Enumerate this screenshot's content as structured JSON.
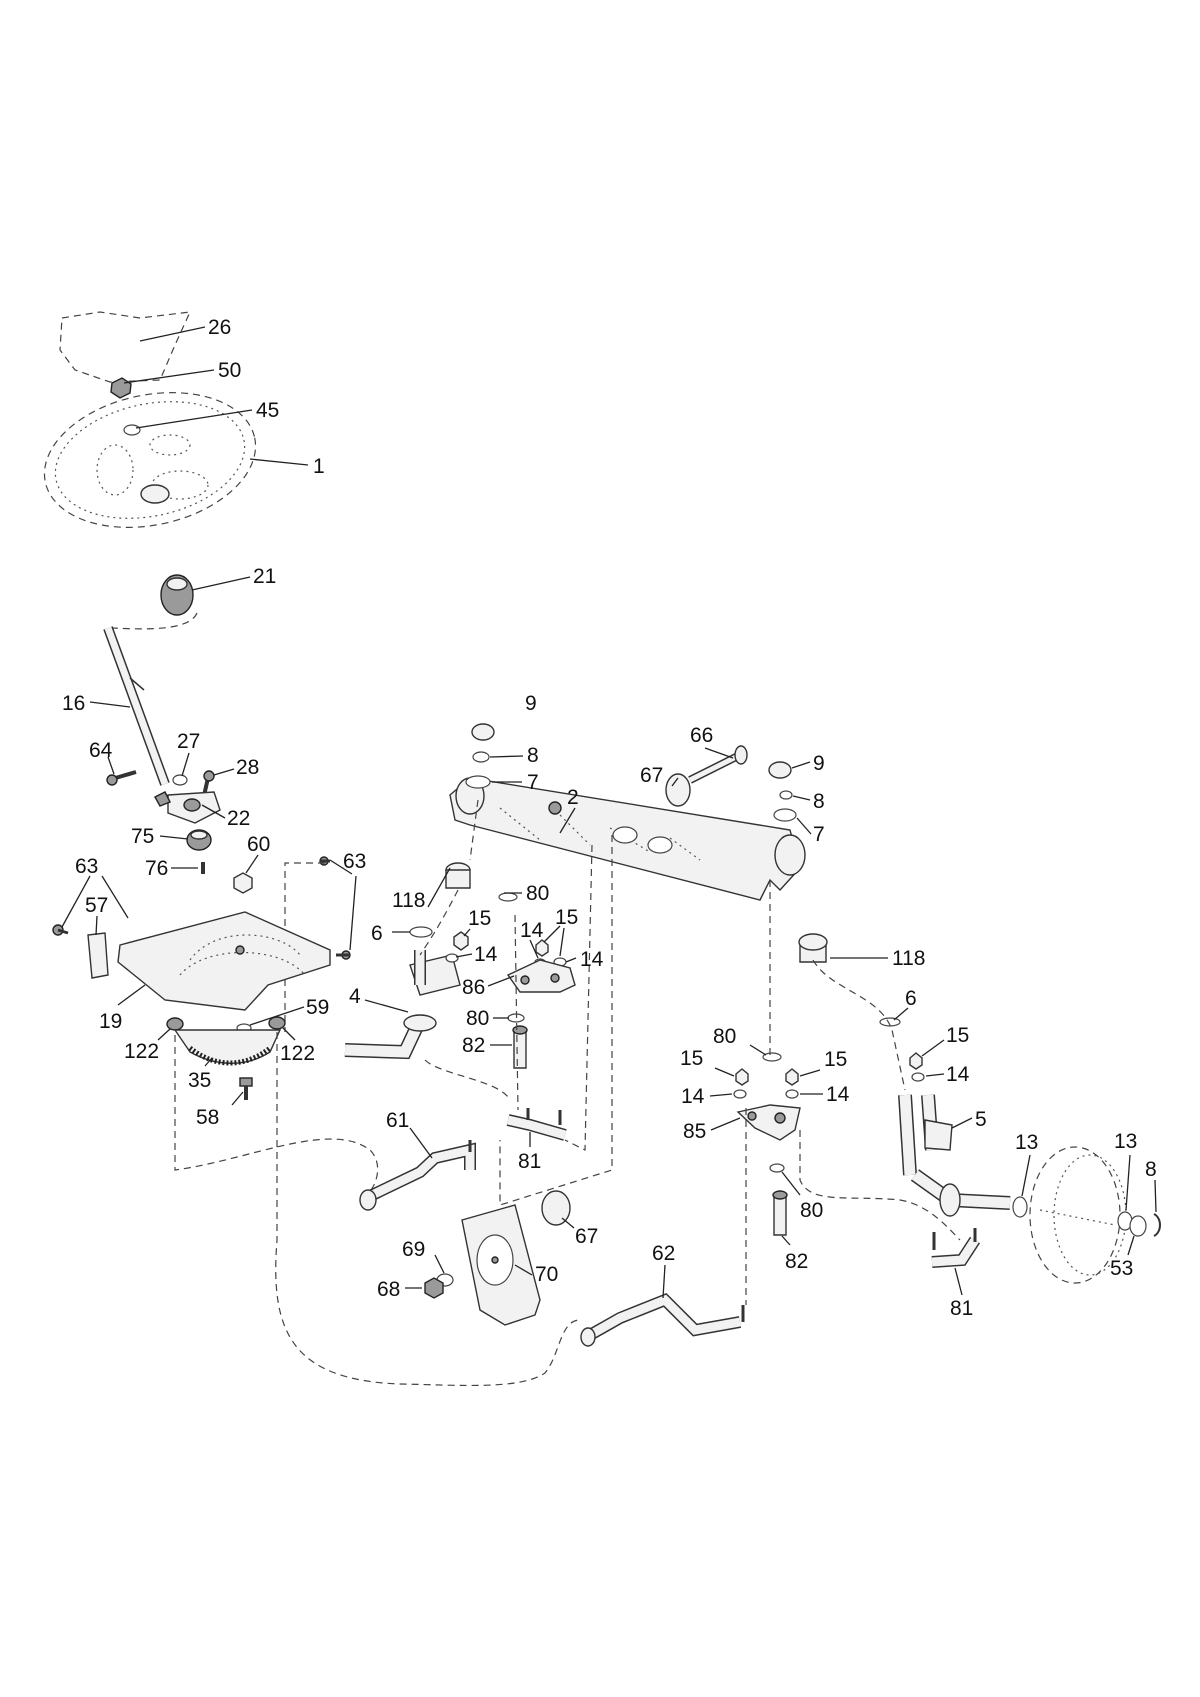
{
  "callouts": {
    "c26": "26",
    "c50": "50",
    "c45": "45",
    "c1": "1",
    "c21": "21",
    "c16": "16",
    "c64": "64",
    "c27": "27",
    "c28": "28",
    "c22": "22",
    "c75": "75",
    "c60": "60",
    "c76": "76",
    "c63a": "63",
    "c63b": "63",
    "c57": "57",
    "c19": "19",
    "c122a": "122",
    "c59": "59",
    "c122b": "122",
    "c35": "35",
    "c58": "58",
    "c9a": "9",
    "c8a": "8",
    "c7a": "7",
    "c2": "2",
    "c66": "66",
    "c67a": "67",
    "c9b": "9",
    "c8b": "8",
    "c7b": "7",
    "c118a": "118",
    "c80a": "80",
    "c15a": "15",
    "c15b": "15",
    "c14a": "14",
    "c14b": "14",
    "c6a": "6",
    "c14c": "14",
    "c86": "86",
    "c4": "4",
    "c80b": "80",
    "c82a": "82",
    "c118b": "118",
    "c6b": "6",
    "c15c": "15",
    "c14d": "14",
    "c80c": "80",
    "c15d": "15",
    "c15e": "15",
    "c14e": "14",
    "c14f": "14",
    "c85": "85",
    "c5": "5",
    "c13a": "13",
    "c13b": "13",
    "c8c": "8",
    "c80d": "80",
    "c82b": "82",
    "c81a": "81",
    "c61": "61",
    "c81b": "81",
    "c53": "53",
    "c67b": "67",
    "c62": "62",
    "c69": "69",
    "c70": "70",
    "c68": "68"
  }
}
